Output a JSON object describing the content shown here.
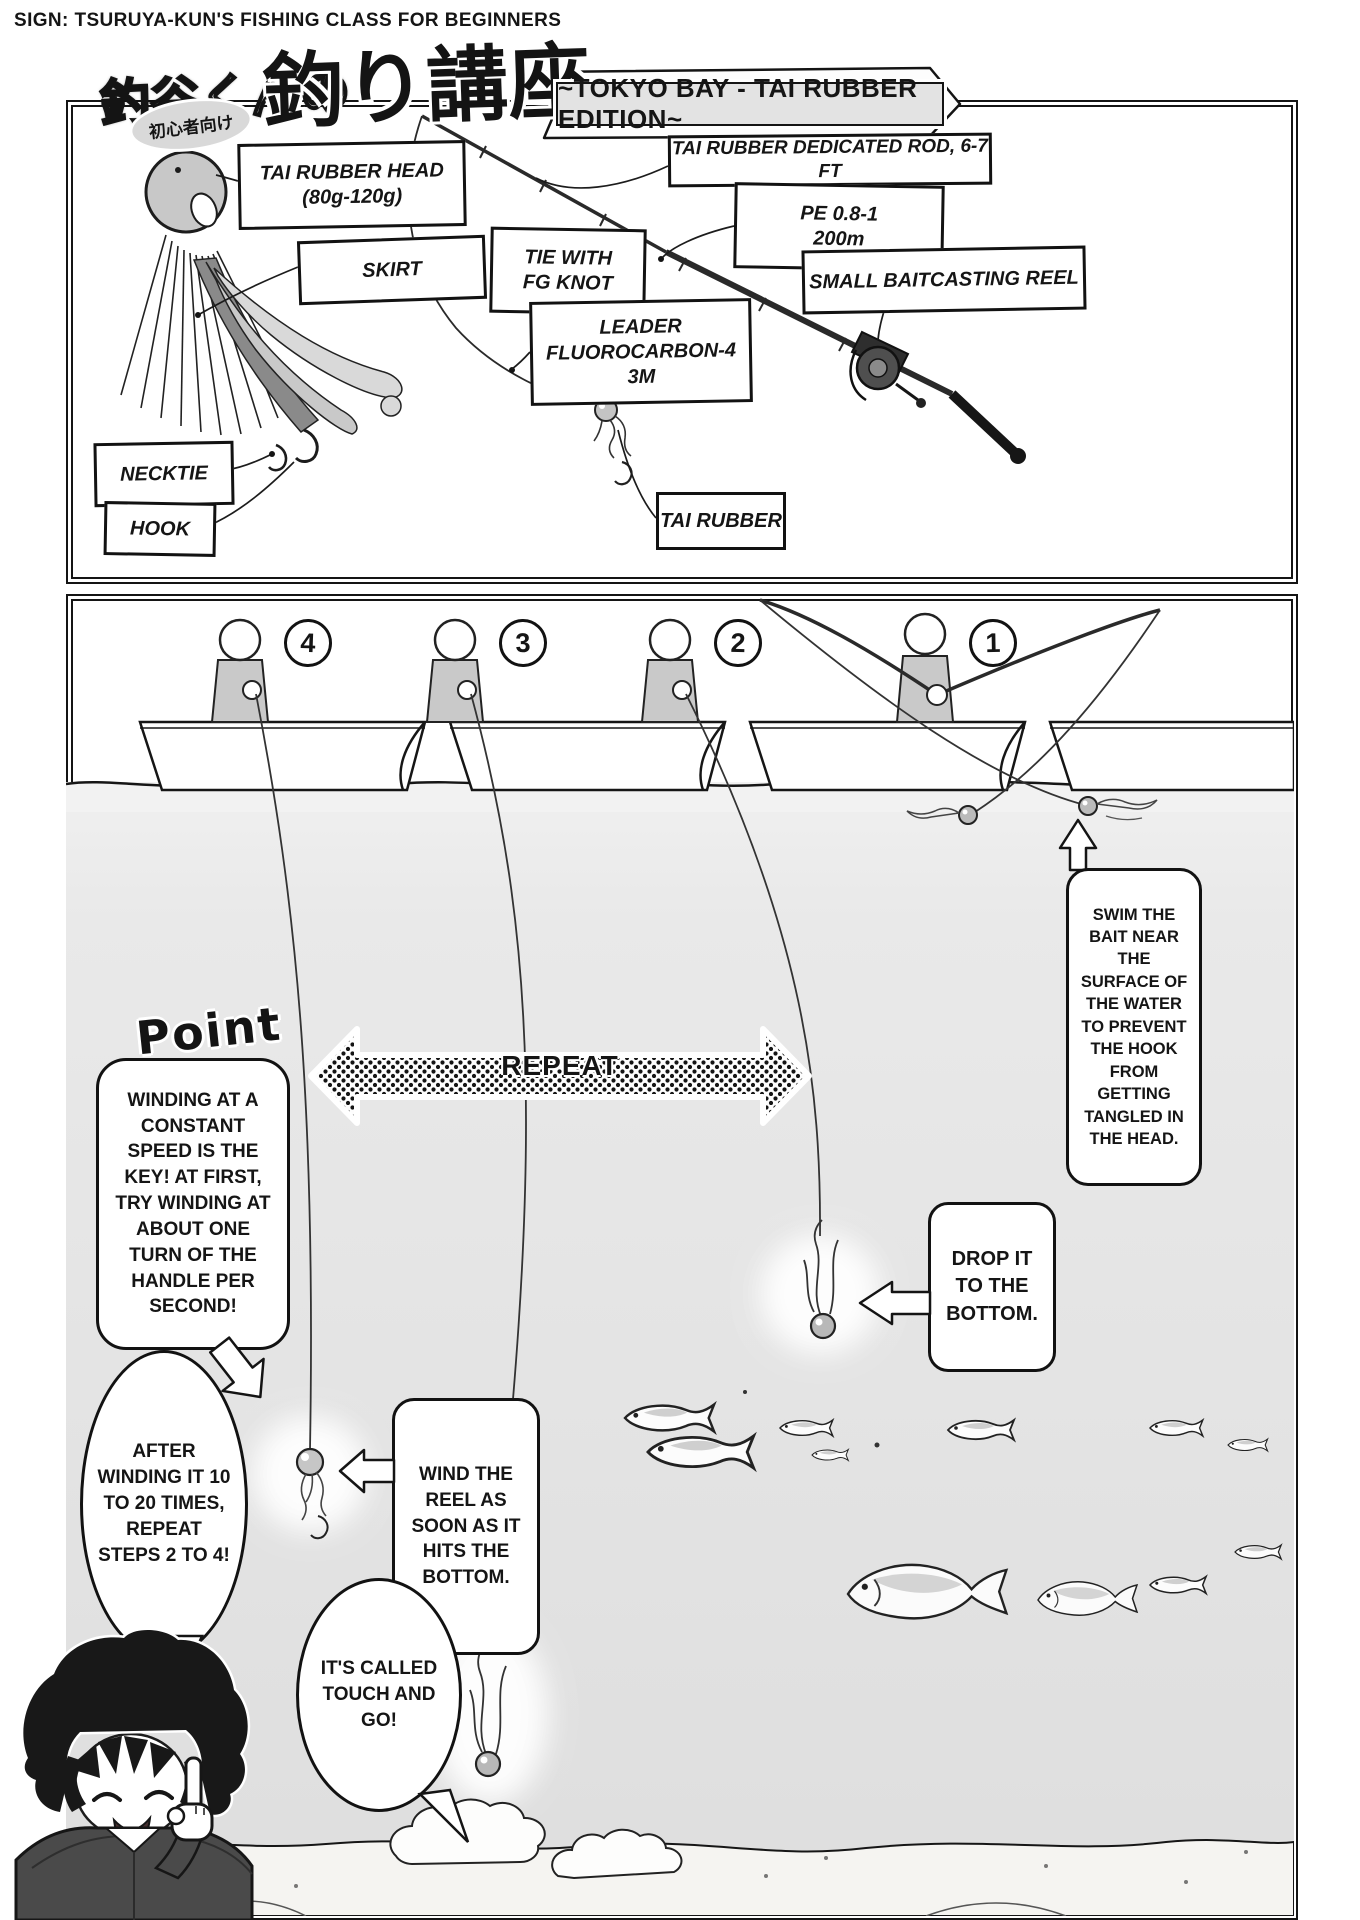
{
  "page": {
    "caption": "SIGN: TSURUYA-KUN'S FISHING CLASS FOR BEGINNERS",
    "title_left": "釣谷くんの",
    "title_right": "釣り講座",
    "badge": "初心者向け",
    "subtitle": "~TOKYO BAY - TAI RUBBER EDITION~"
  },
  "tackle": {
    "head": "TAI RUBBER HEAD\n(80g-120g)",
    "skirt": "SKIRT",
    "tie": "TIE WITH\nFG KNOT",
    "leader": "LEADER\nFLUOROCARBON-4\n3M",
    "necktie": "NECKTIE",
    "hook": "HOOK",
    "tai_rubber": "TAI RUBBER",
    "rod": "TAI RUBBER DEDICATED ROD, 6-7 FT",
    "pe": "PE 0.8-1\n200m",
    "reel": "SMALL BAITCASTING REEL"
  },
  "diagram": {
    "steps": [
      "4",
      "3",
      "2",
      "1"
    ],
    "repeat": "REPEAT",
    "point_title": "Point",
    "point_note": "WINDING AT A CONSTANT SPEED IS THE KEY! AT FIRST, TRY WINDING AT ABOUT ONE TURN OF THE HANDLE PER SECOND!",
    "after_winding": "AFTER WINDING IT 10 TO 20 TIMES, REPEAT STEPS 2 TO 4!",
    "swim_bait": "SWIM THE BAIT NEAR THE SURFACE OF THE WATER TO PREVENT THE HOOK FROM GETTING TANGLED IN THE HEAD.",
    "drop_it": "DROP IT TO THE BOTTOM.",
    "wind_reel": "WIND THE REEL AS SOON AS IT HITS THE BOTTOM.",
    "touch_go": "IT'S CALLED TOUCH AND GO!"
  },
  "colors": {
    "ink": "#141414",
    "water": "#e7e7e7",
    "grey_fill": "#c9c9c9",
    "sand": "#f5f4f1"
  }
}
